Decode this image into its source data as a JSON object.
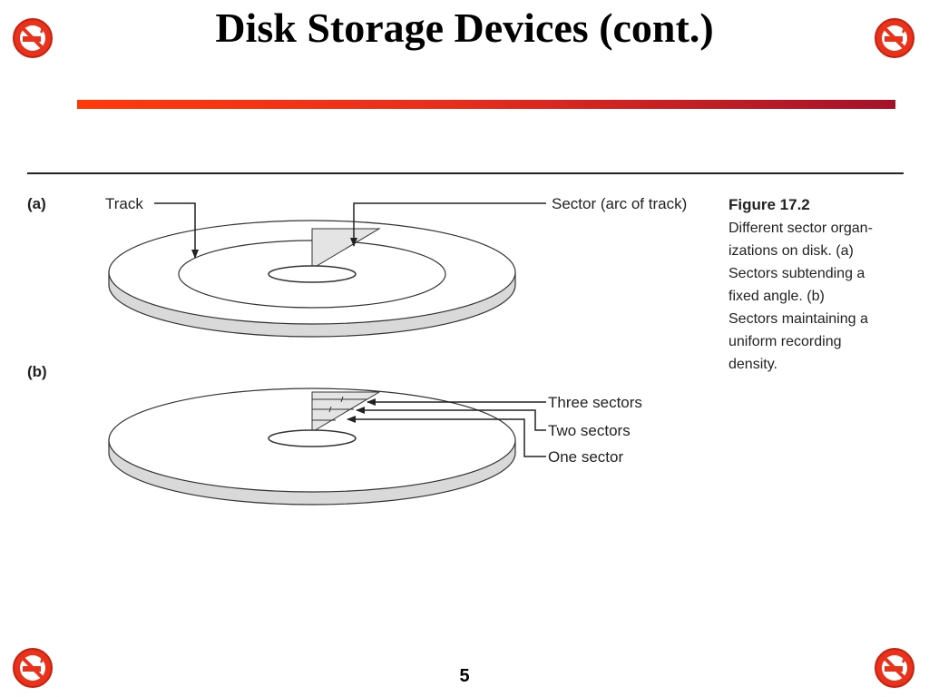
{
  "slide": {
    "title": "Disk Storage Devices (cont.)",
    "page_number": "5"
  },
  "figure": {
    "label": "Figure 17.2",
    "caption_lines": [
      "Different sector organ-",
      "izations on disk. (a)",
      "Sectors subtending a",
      "fixed angle. (b)",
      "Sectors maintaining a",
      "uniform recording",
      "density."
    ],
    "panel_a": {
      "label": "(a)",
      "track_label": "Track",
      "sector_label": "Sector (arc of track)"
    },
    "panel_b": {
      "label": "(b)",
      "three_sectors_label": "Three sectors",
      "two_sectors_label": "Two sectors",
      "one_sector_label": "One sector"
    }
  },
  "colors": {
    "bar_start": "#ff3a0a",
    "bar_end": "#a4122a",
    "icon_red": "#e8321c",
    "sector_fill": "#e4e4e4",
    "disk_edge": "#d9d9d9"
  }
}
